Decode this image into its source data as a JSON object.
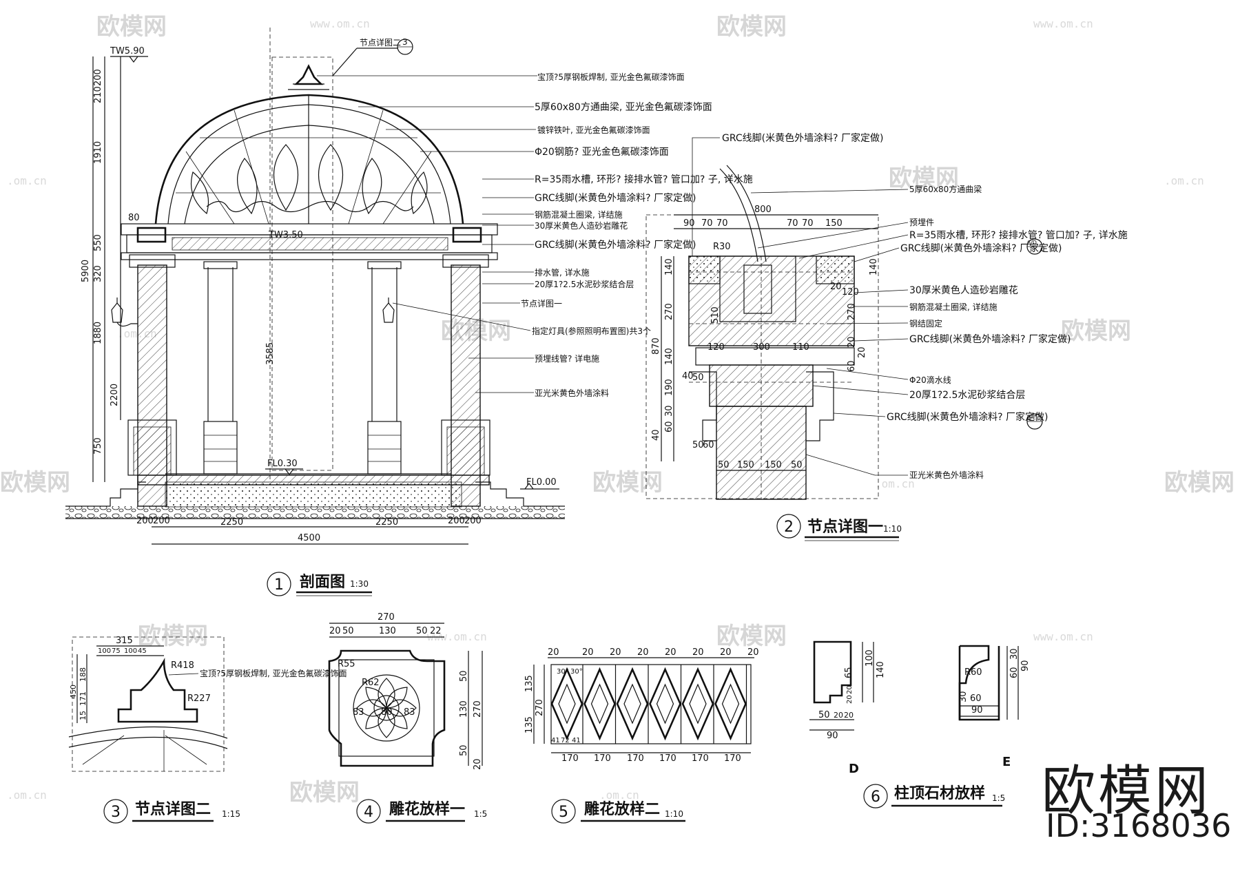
{
  "watermark": {
    "brand": "欧模网",
    "site": "www.om.cn",
    "site_short": ".om.cn"
  },
  "brand_mark": {
    "name": "欧模网",
    "id": "ID:3168036"
  },
  "section1": {
    "num": "1",
    "title": "剖面图",
    "scale": "1:30",
    "levels": {
      "top": "TW5.90",
      "beam": "TW3.50",
      "floor": "FL0.30",
      "ground": "FL0.00"
    },
    "vdims": [
      "200",
      "210",
      "1910",
      "550",
      "320",
      "1880",
      "2200",
      "750",
      "5900",
      "3585"
    ],
    "hdims": [
      "80",
      "200",
      "200",
      "2250",
      "2250",
      "200",
      "200",
      "4500"
    ],
    "callouts": [
      "宝顶?5厚钢板焊制, 亚光金色氟碳漆饰面",
      "5厚60x80方通曲梁, 亚光金色氟碳漆饰面",
      "镀锌铁叶, 亚光金色氟碳漆饰面",
      "Φ20钢筋? 亚光金色氟碳漆饰面",
      "R=35雨水槽, 环形? 接排水管? 管口加? 子, 详水施",
      "GRC线脚(米黄色外墙涂料? 厂家定做)",
      "钢筋混凝土圈梁, 详结施",
      "30厚米黄色人造砂岩雕花",
      "GRC线脚(米黄色外墙涂料? 厂家定做)",
      "排水管, 详水施",
      "20厚1?2.5水泥砂浆结合层",
      "节点详图一",
      "指定灯具(参照照明布置图)共3个",
      "预埋线管? 详电施",
      "亚光米黄色外墙涂料"
    ],
    "ref_top": "节点详图二",
    "ref_top_sheet": "3"
  },
  "section2": {
    "num": "2",
    "title": "节点详图一",
    "scale": "1:10",
    "dims_top": [
      "800",
      "90",
      "70",
      "70",
      "70",
      "70",
      "150"
    ],
    "dims_left": [
      "140",
      "270",
      "870",
      "140",
      "190",
      "30",
      "60",
      "40",
      "50",
      "60",
      "40"
    ],
    "dims_bottom": [
      "50",
      "150",
      "150",
      "50"
    ],
    "dims_inner": [
      "R30",
      "510",
      "120",
      "300",
      "110",
      "20",
      "120",
      "50",
      "270",
      "140",
      "20",
      "20",
      "60"
    ],
    "callouts": [
      "GRC线脚(米黄色外墙涂料? 厂家定做)",
      "5厚60x80方通曲梁",
      "预埋件",
      "R=35雨水槽, 环形? 接排水管? 管口加? 子, 详水施",
      "GRC线脚(米黄色外墙涂料? 厂家定做)",
      "30厚米黄色人造砂岩雕花",
      "钢筋混凝土圈梁, 详结施",
      "钢结固定",
      "GRC线脚(米黄色外墙涂料? 厂家定做)",
      "Φ20滴水线",
      "20厚1?2.5水泥砂浆结合层",
      "GRC线脚(米黄色外墙涂料? 厂家定做)",
      "亚光米黄色外墙涂料"
    ],
    "refs": [
      "6/D",
      "6/E"
    ]
  },
  "section3": {
    "num": "3",
    "title": "节点详图二",
    "scale": "1:15",
    "dims": [
      "315",
      "100",
      "75",
      "100",
      "45",
      "188",
      "171",
      "15",
      "450",
      "R418",
      "R227"
    ],
    "callout": "宝顶?5厚钢板焊制, 亚光金色氟碳漆饰面"
  },
  "section4": {
    "num": "4",
    "title": "雕花放样一",
    "scale": "1:5",
    "dims": [
      "270",
      "20",
      "50",
      "130",
      "50",
      "22",
      "R55",
      "R62",
      "50",
      "130",
      "270",
      "50",
      "20",
      "83",
      "80",
      "83"
    ]
  },
  "section5": {
    "num": "5",
    "title": "雕花放样二",
    "scale": "1:10",
    "dims_top": [
      "20",
      "20",
      "20",
      "20",
      "20",
      "20",
      "20",
      "20"
    ],
    "dims_left": [
      "135",
      "270",
      "135"
    ],
    "dims_bottom": [
      "170",
      "170",
      "170",
      "170",
      "170",
      "170"
    ],
    "dims_small": [
      "41",
      "72",
      "41",
      "30°",
      "30°"
    ]
  },
  "section6": {
    "num": "6",
    "title": "柱顶石材放样",
    "scale": "1:5",
    "labels": [
      "D",
      "E"
    ],
    "dims_d": [
      "100",
      "140",
      "65",
      "20",
      "20",
      "50",
      "20",
      "20",
      "90"
    ],
    "dims_e": [
      "30",
      "90",
      "60",
      "R60",
      "60",
      "30",
      "90"
    ]
  }
}
